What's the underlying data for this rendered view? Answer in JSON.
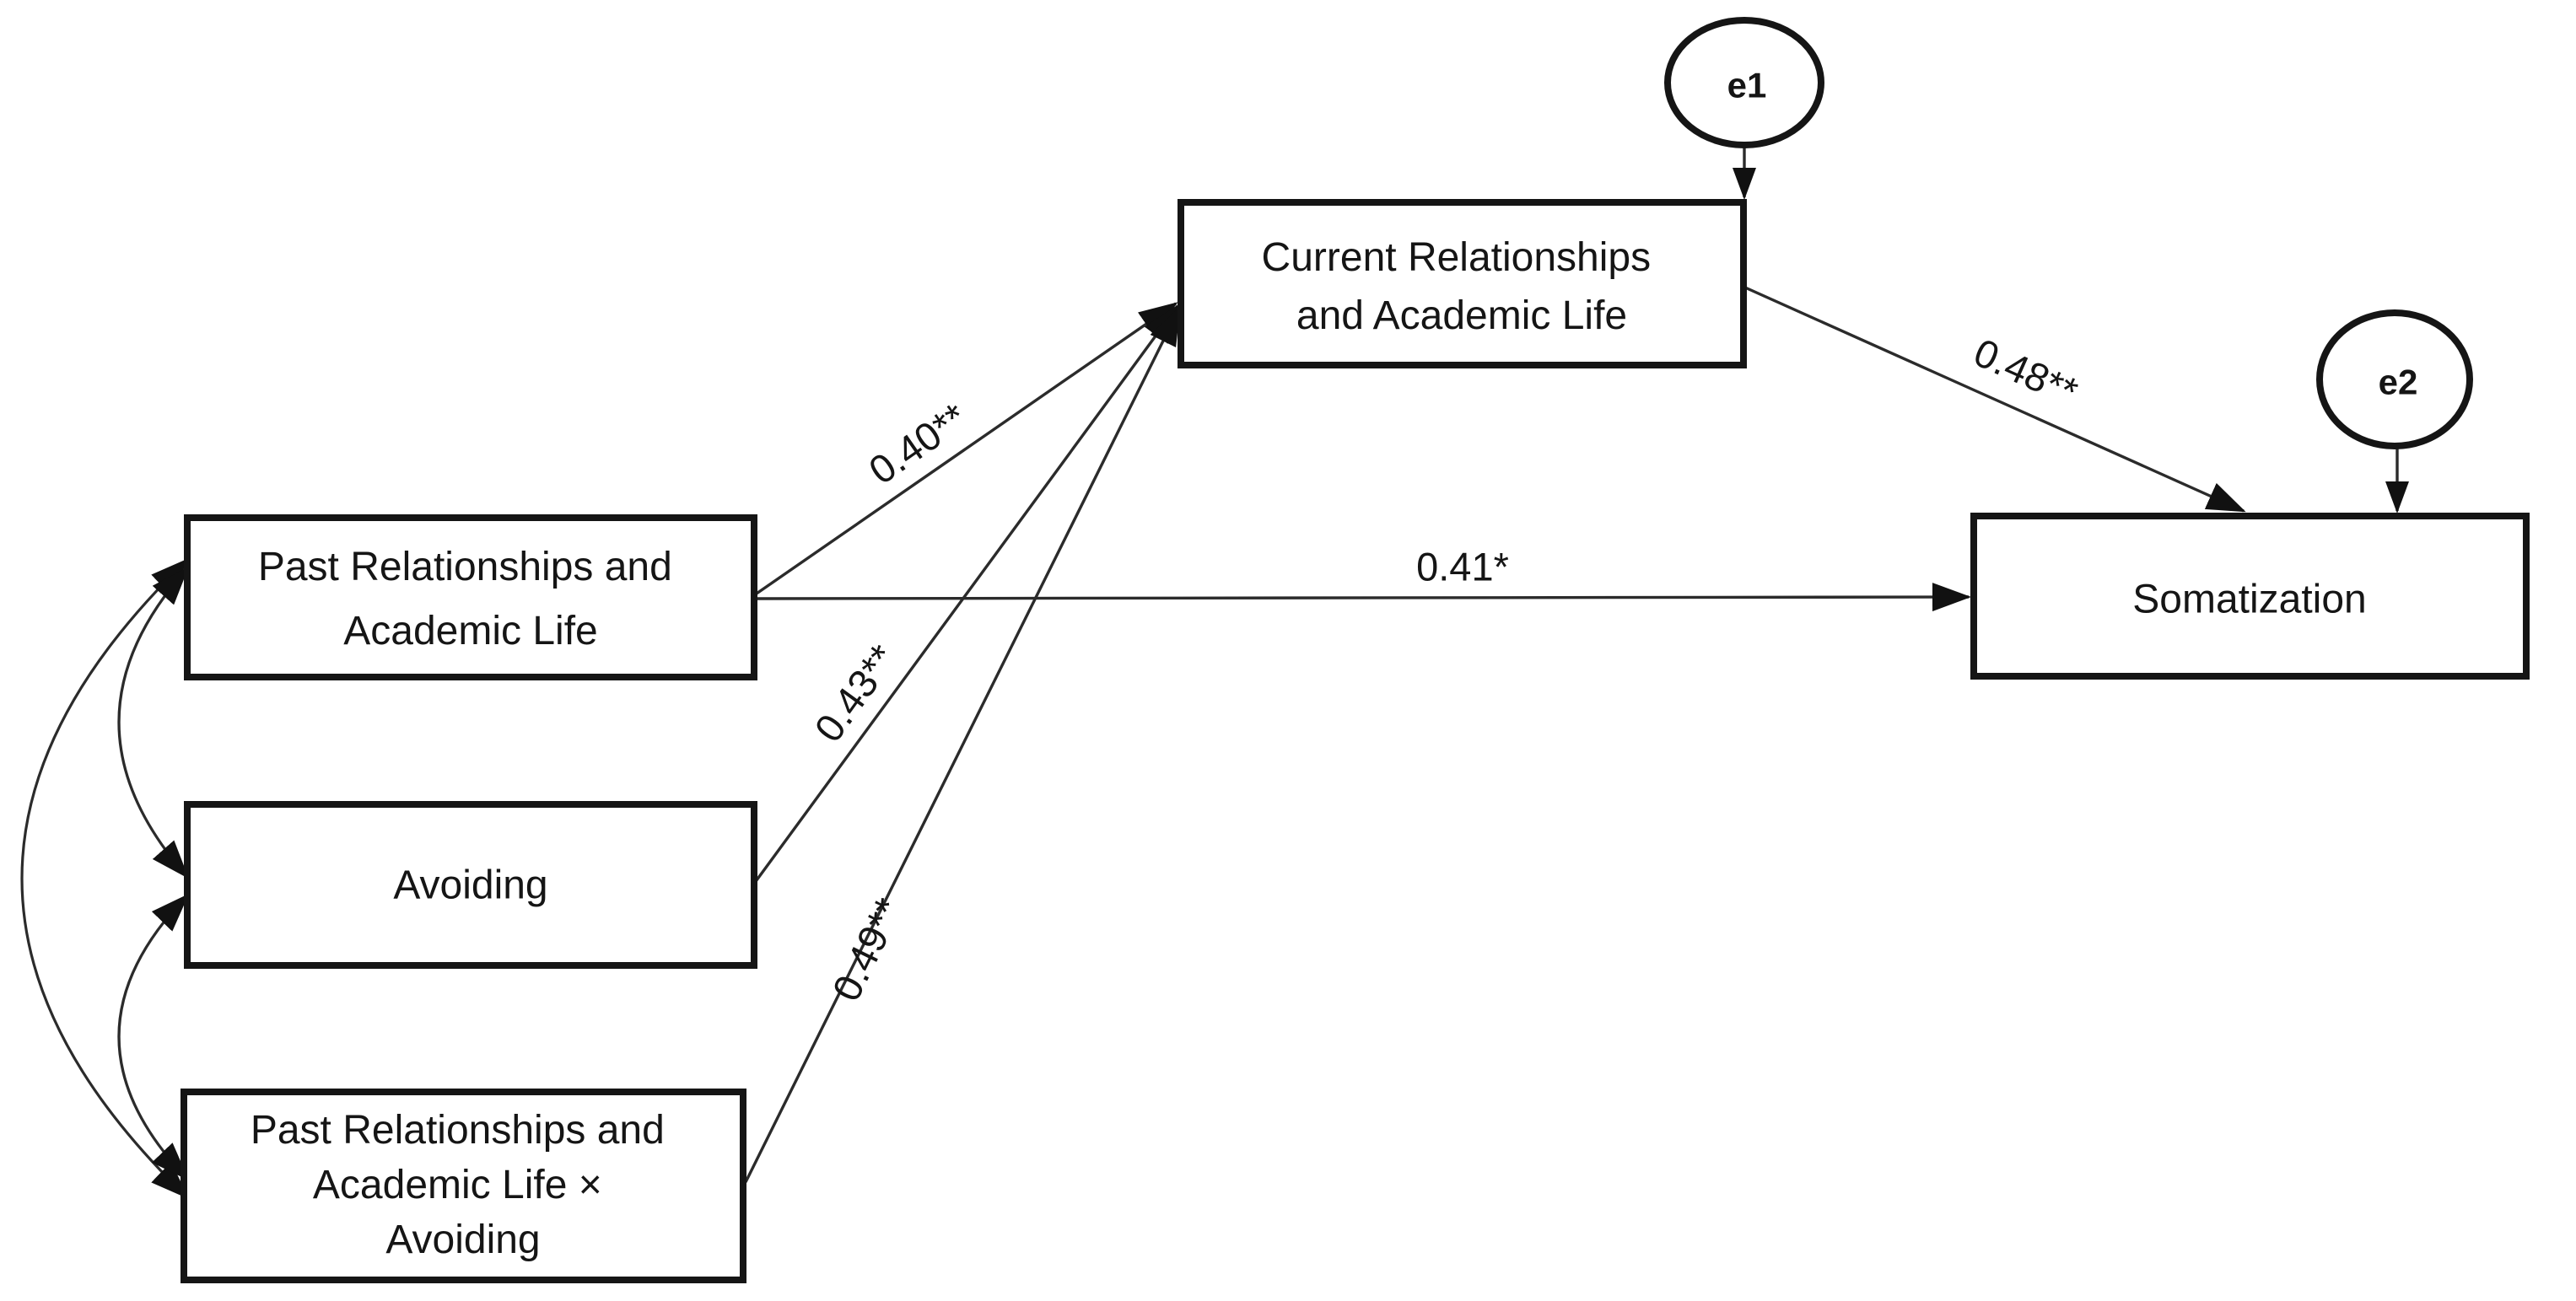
{
  "figure": {
    "background_color": "#ffffff",
    "ink_color": "#151515",
    "boxes": [
      {
        "id": "past",
        "lines": [
          "Past Relationships and",
          "Academic Life"
        ]
      },
      {
        "id": "avoiding",
        "lines": [
          "Avoiding"
        ]
      },
      {
        "id": "interaction",
        "lines": [
          "Past Relationships and",
          "Academic Life ×",
          "Avoiding"
        ]
      },
      {
        "id": "current",
        "lines": [
          "Current Relationships",
          "and Academic Life"
        ]
      },
      {
        "id": "somatization",
        "lines": [
          "Somatization"
        ]
      }
    ],
    "error_terms": [
      {
        "id": "e1",
        "label": "e1",
        "points_to": "current"
      },
      {
        "id": "e2",
        "label": "e2",
        "points_to": "somatization"
      }
    ],
    "paths": [
      {
        "from": "past",
        "to": "current",
        "coefficient": "0.40**"
      },
      {
        "from": "avoiding",
        "to": "current",
        "coefficient": "0.43**"
      },
      {
        "from": "interaction",
        "to": "current",
        "coefficient": "0.49**"
      },
      {
        "from": "past",
        "to": "somatization",
        "coefficient": "0.41*"
      },
      {
        "from": "current",
        "to": "somatization",
        "coefficient": "0.48**"
      }
    ],
    "covariances": [
      {
        "between": [
          "past",
          "avoiding"
        ]
      },
      {
        "between": [
          "avoiding",
          "interaction"
        ]
      },
      {
        "between": [
          "past",
          "interaction"
        ]
      }
    ]
  }
}
